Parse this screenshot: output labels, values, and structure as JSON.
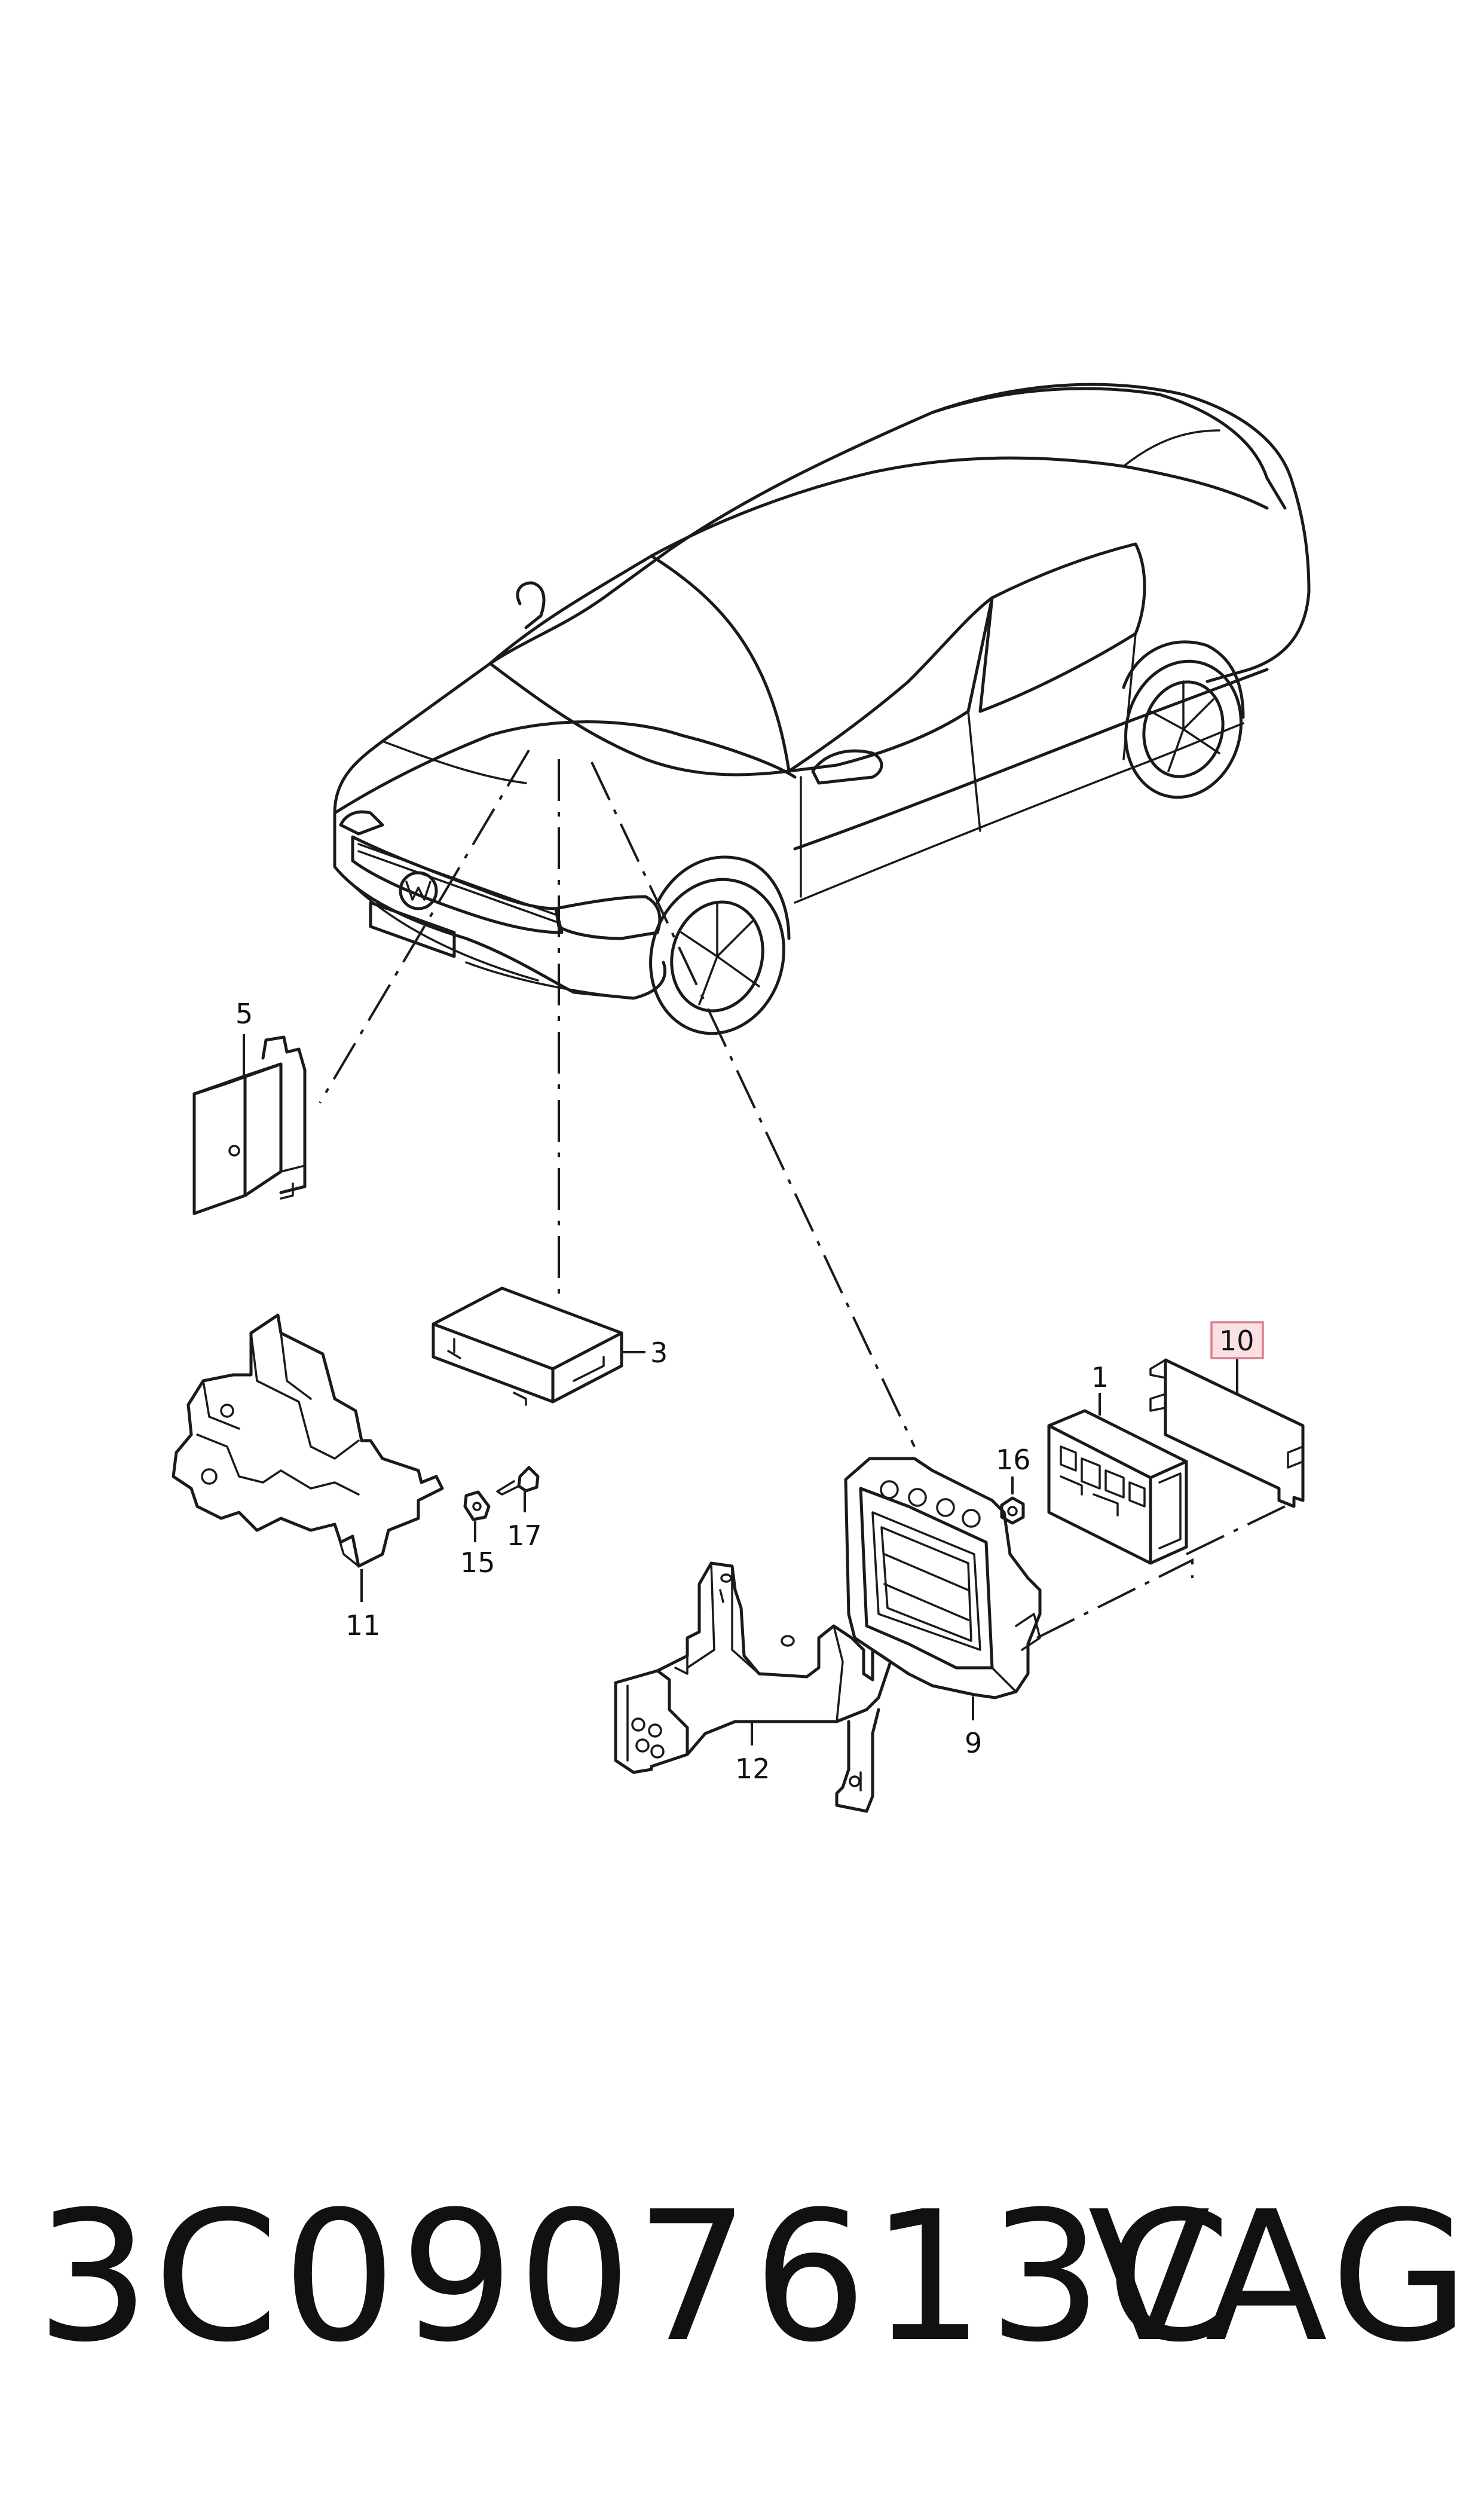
{
  "diagram": {
    "callouts": {
      "c1": "1",
      "c3": "3",
      "c5": "5",
      "c9": "9",
      "c10": "10",
      "c11": "11",
      "c12": "12",
      "c15": "15",
      "c16": "16",
      "c17": "17"
    },
    "highlighted_callout": "10",
    "highlight_color": "#fbe0e3"
  },
  "footer": {
    "part_number": "3C0907613C",
    "brand": "VAG"
  }
}
